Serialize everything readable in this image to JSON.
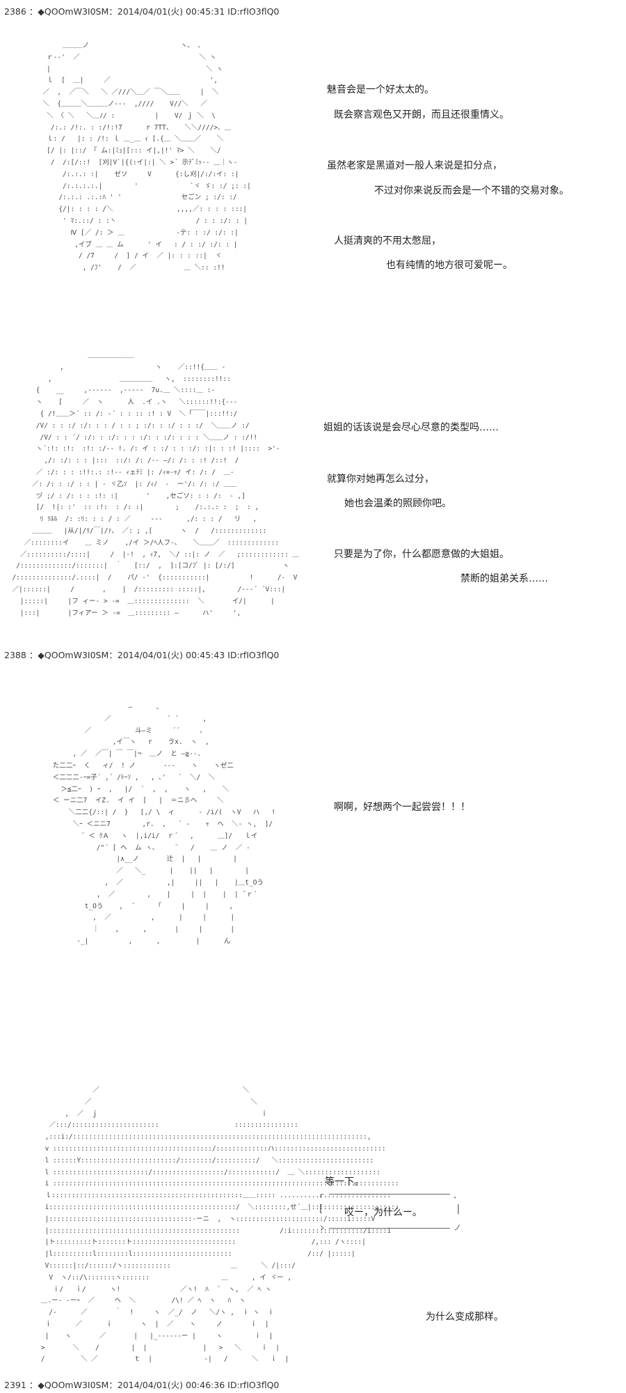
{
  "posts": [
    {
      "header": "2386 ：◆QOOmW3I0SM：2014/04/01(火) 00:45:31 ID:rfIO3flQ0",
      "panels": [
        {
          "lines": [
            "魅音会是一个好太太的。",
            "既会察言观色又开朗，而且还很重情义。",
            "虽然老家是黑道对一般人来说是扣分点，",
            "不过对你来说反而会是一个不错的交易对象。",
            "人挺清爽的不用太憋屈，",
            "也有纯情的地方很可爱呢ー。"
          ]
        },
        {
          "lines": [
            "姐姐的话该说是会尽心尽意的类型吗……",
            "就算你对她再怎么过分，",
            "她也会温柔的照顾你吧。",
            "只要是为了你，什么都愿意做的大姐姐。",
            "禁断的姐弟关系……"
          ]
        }
      ]
    },
    {
      "header": "2388 ：◆QOOmW3I0SM：2014/04/01(火) 00:45:43 ID:rfIO3flQ0",
      "panels": [
        {
          "lines": [
            "啊啊，好想两个一起尝尝！！！"
          ]
        },
        {
          "lines": [
            "等一下。",
            "为什么变成那样。"
          ],
          "speech": "哎ー，为什么ー。"
        }
      ]
    },
    {
      "header": "2391 ：◆QOOmW3I0SM：2014/04/01(火) 00:46:36 ID:rfIO3flQ0",
      "panels": []
    }
  ]
}
